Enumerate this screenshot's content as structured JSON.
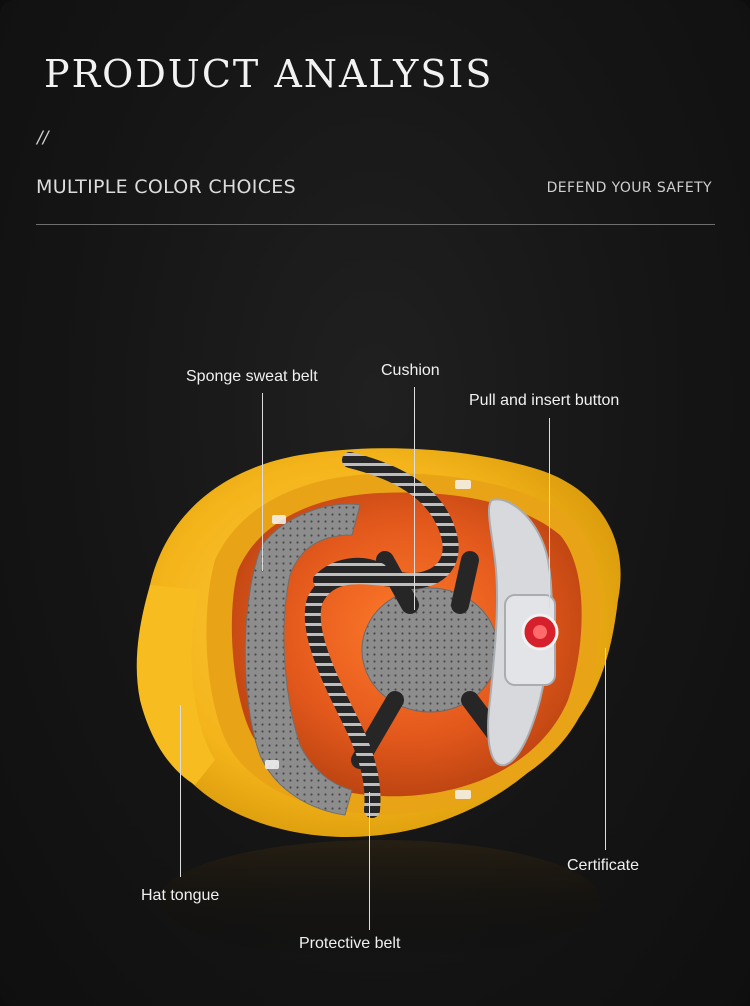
{
  "header": {
    "title": "PRODUCT ANALYSIS",
    "slashes": "//",
    "subtitle": "MULTIPLE COLOR CHOICES",
    "tagline": "DEFEND YOUR SAFETY"
  },
  "callouts": {
    "sponge_sweat_belt": "Sponge sweat belt",
    "cushion": "Cushion",
    "pull_insert_button": "Pull and insert button",
    "hat_tongue": "Hat tongue",
    "protective_belt": "Protective belt",
    "certificate": "Certificate"
  },
  "colors": {
    "shell": "#f4b41a",
    "interior": "#e2581c",
    "sponge": "#8a8a8a",
    "straps": "#2a2a2a",
    "knob": "#d7d9dc",
    "button_red": "#d6202b"
  }
}
